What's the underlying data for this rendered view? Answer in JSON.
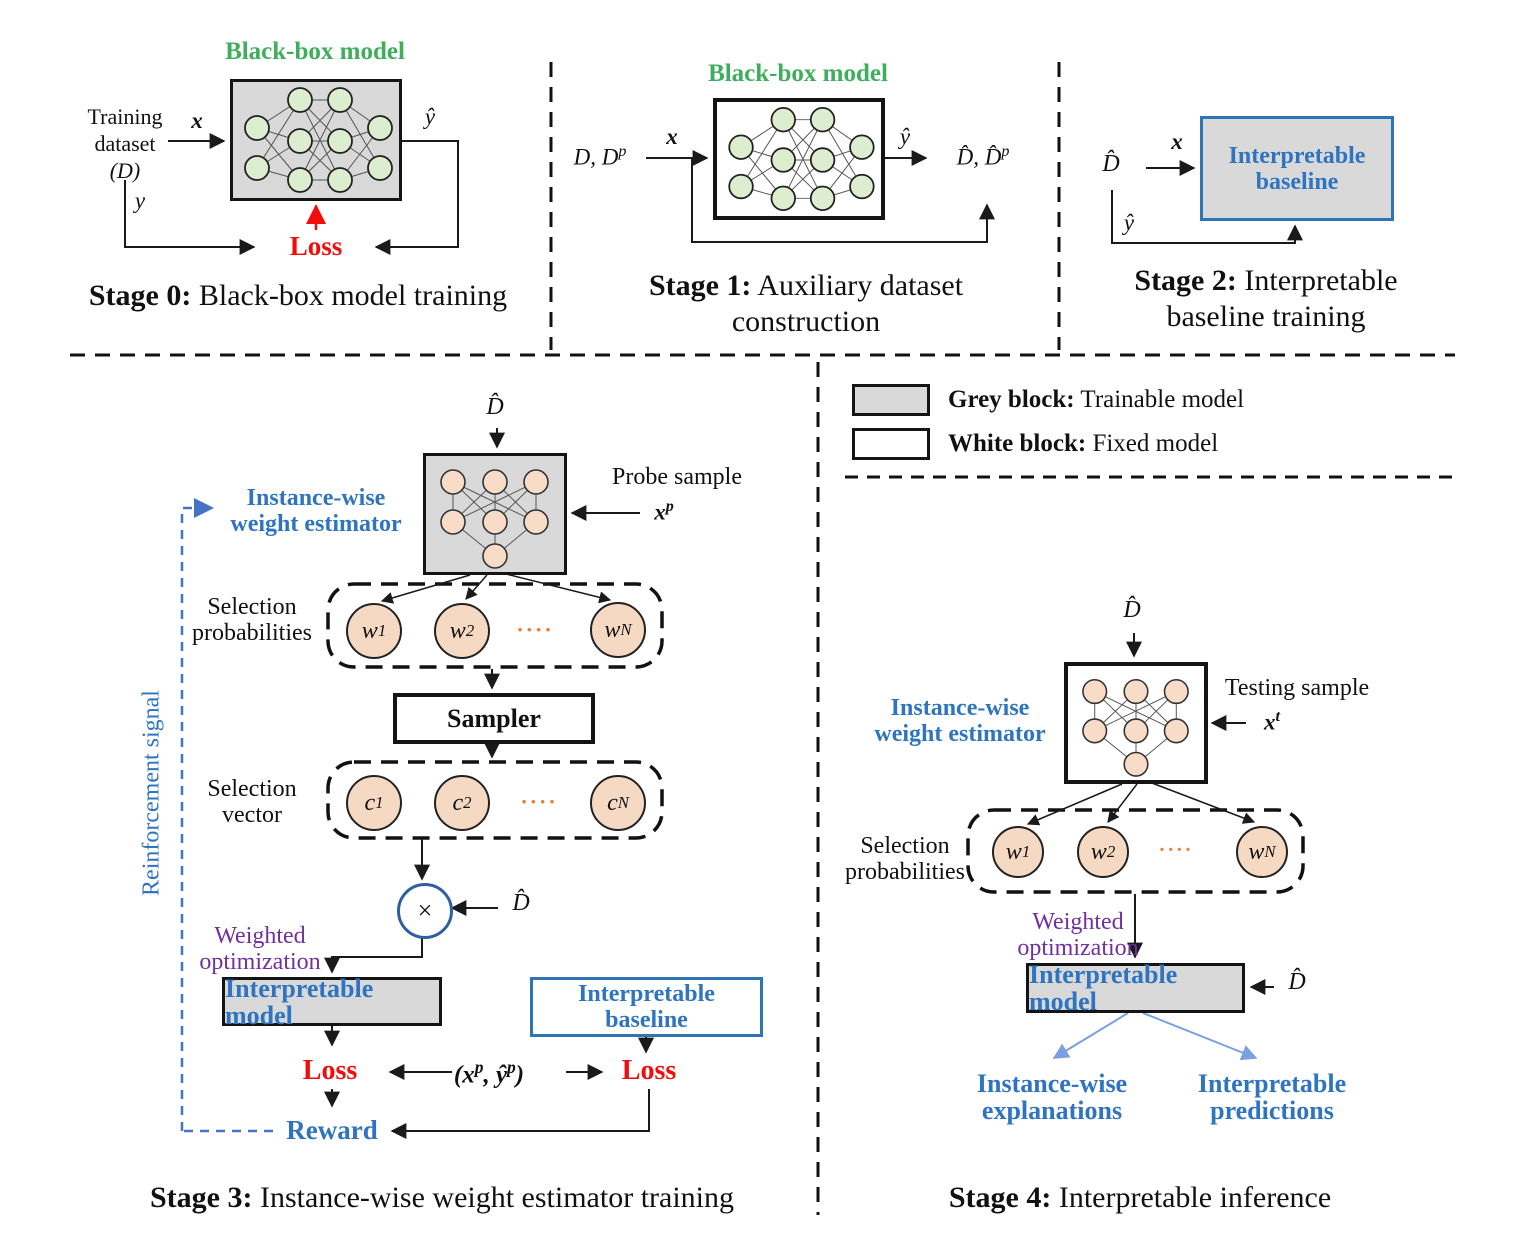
{
  "stage0": {
    "title": "Black-box model",
    "dataset": "Training dataset",
    "dataset_paren": "(D)",
    "x": "x",
    "y": "y",
    "yhat": "ŷ",
    "loss": "Loss",
    "caption_bold": "Stage 0:",
    "caption_rest": " Black-box model training"
  },
  "stage1": {
    "title": "Black-box model",
    "input": "D, D^{p}",
    "x": "x",
    "yhat": "ŷ",
    "output": "D̂, D̂^{p}",
    "caption_bold": "Stage 1:",
    "caption_rest": " Auxiliary dataset",
    "caption_line2": "construction"
  },
  "stage2": {
    "dhat": "D̂",
    "x": "x",
    "yhat": "ŷ",
    "box_line1": "Interpretable",
    "box_line2": "baseline",
    "caption_bold": "Stage 2:",
    "caption_rest": " Interpretable",
    "caption_line2": "baseline training"
  },
  "legend": {
    "grey_bold": "Grey block:",
    "grey_rest": " Trainable model",
    "white_bold": "White block:",
    "white_rest": " Fixed model"
  },
  "stage3": {
    "dhat_top": "D̂",
    "estimator_line1": "Instance-wise",
    "estimator_line2": "weight estimator",
    "probe_line1": "Probe sample",
    "probe_math": "x^{p}",
    "selprob_line1": "Selection",
    "selprob_line2": "probabilities",
    "w1": "w_{1}",
    "w2": "w_{2}",
    "wN": "w_{N}",
    "dots": "····",
    "sampler": "Sampler",
    "selvec_line1": "Selection",
    "selvec_line2": "vector",
    "c1": "c_{1}",
    "c2": "c_{2}",
    "cN": "c_{N}",
    "times": "×",
    "dhat_mid": "D̂",
    "weighted_line1": "Weighted",
    "weighted_line2": "optimization",
    "model": "Interpretable model",
    "baseline_line1": "Interpretable",
    "baseline_line2": "baseline",
    "loss_left": "Loss",
    "pair": "(x^{p}, ŷ^{p})",
    "loss_right": "Loss",
    "reward": "Reward",
    "reinforcement": "Reinforcement signal",
    "caption_bold": "Stage 3:",
    "caption_rest": " Instance-wise weight estimator training"
  },
  "stage4": {
    "dhat_top": "D̂",
    "estimator_line1": "Instance-wise",
    "estimator_line2": "weight estimator",
    "testing_line1": "Testing sample",
    "testing_math": "x^{t}",
    "selprob_line1": "Selection",
    "selprob_line2": "probabilities",
    "w1": "w_{1}",
    "w2": "w_{2}",
    "wN": "w_{N}",
    "dots": "····",
    "weighted_line1": "Weighted",
    "weighted_line2": "optimization",
    "model": "Interpretable model",
    "dhat_right": "D̂",
    "out1_line1": "Instance-wise",
    "out1_line2": "explanations",
    "out2_line1": "Interpretable",
    "out2_line2": "predictions",
    "caption_bold": "Stage 4:",
    "caption_rest": " Interpretable inference"
  },
  "colors": {
    "green_title": "#3fae5c",
    "blue_label": "#2e74c0",
    "purple_label": "#7030a0",
    "red_loss": "#f20d0d",
    "orange_dots": "#ed7d31",
    "grey_fill": "#d9d9d9",
    "green_node": "#dcedd0",
    "peach_node": "#f5d9c3",
    "blue_border": "#2e75b6",
    "light_blue_arrow": "#7b9fe0",
    "reinforcement_blue": "#4472c4"
  }
}
